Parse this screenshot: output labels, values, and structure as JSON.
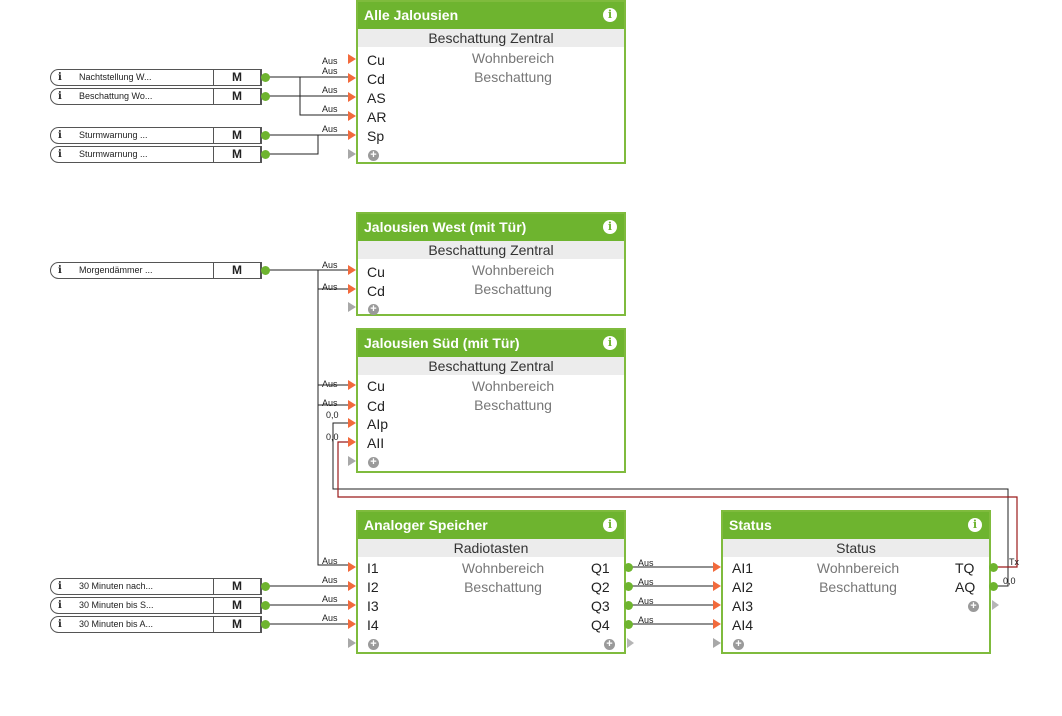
{
  "blocks": {
    "alle": {
      "title": "Alle Jalousien",
      "type": "Beschattung Zentral",
      "loc1": "Wohnbereich",
      "loc2": "Beschattung",
      "inputs": [
        "Cu",
        "Cd",
        "AS",
        "AR",
        "Sp"
      ]
    },
    "west": {
      "title": "Jalousien West (mit Tür)",
      "type": "Beschattung Zentral",
      "loc1": "Wohnbereich",
      "loc2": "Beschattung",
      "inputs": [
        "Cu",
        "Cd"
      ]
    },
    "sued": {
      "title": "Jalousien Süd (mit Tür)",
      "type": "Beschattung Zentral",
      "loc1": "Wohnbereich",
      "loc2": "Beschattung",
      "inputs": [
        "Cu",
        "Cd",
        "AIp",
        "AII"
      ]
    },
    "speicher": {
      "title": "Analoger Speicher",
      "type": "Radiotasten",
      "loc1": "Wohnbereich",
      "loc2": "Beschattung",
      "inputs": [
        "I1",
        "I2",
        "I3",
        "I4"
      ],
      "outputs": [
        "Q1",
        "Q2",
        "Q3",
        "Q4"
      ]
    },
    "status": {
      "title": "Status",
      "type": "Status",
      "loc1": "Wohnbereich",
      "loc2": "Beschattung",
      "inputs": [
        "AI1",
        "AI2",
        "AI3",
        "AI4"
      ],
      "outputs": [
        "TQ",
        "AQ"
      ]
    }
  },
  "input_blocks": [
    {
      "label": "Nachtstellung W...",
      "button": "M"
    },
    {
      "label": "Beschattung Wo...",
      "button": "M"
    },
    {
      "label": "Sturmwarnung ...",
      "button": "M"
    },
    {
      "label": "Sturmwarnung ...",
      "button": "M"
    },
    {
      "label": "Morgendämmer ...",
      "button": "M"
    },
    {
      "label": "30 Minuten nach...",
      "button": "M"
    },
    {
      "label": "30 Minuten bis S...",
      "button": "M"
    },
    {
      "label": "30 Minuten bis A...",
      "button": "M"
    }
  ],
  "info_glyph": "i",
  "add_glyph": "+",
  "wire_labels": {
    "aus": "Aus",
    "zero": "0,0",
    "tx": "Tx"
  },
  "icons": [
    "info-icon",
    "add-icon",
    "input-pin",
    "output-pin"
  ],
  "colors": {
    "header": "#6eb42f",
    "border": "#7fbb3d",
    "input_pin": "#f26a3c",
    "feedback_wire": "#9b1b1b"
  }
}
